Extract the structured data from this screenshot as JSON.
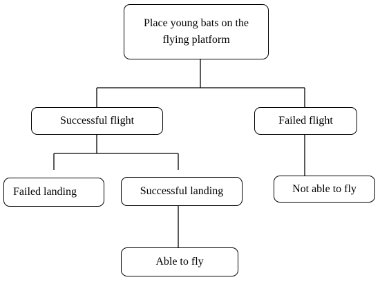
{
  "diagram": {
    "type": "flowchart",
    "nodes": {
      "root": {
        "text": "Place young bats on the\nflying platform"
      },
      "successful_flight": {
        "text": "Successful flight"
      },
      "failed_flight": {
        "text": "Failed flight"
      },
      "failed_landing": {
        "text": "Failed landing"
      },
      "successful_landing": {
        "text": "Successful landing"
      },
      "not_able_to_fly": {
        "text": "Not able to fly"
      },
      "able_to_fly": {
        "text": "Able to fly"
      }
    },
    "edges": [
      {
        "from": "root",
        "to": "successful_flight"
      },
      {
        "from": "root",
        "to": "failed_flight"
      },
      {
        "from": "successful_flight",
        "to": "failed_landing"
      },
      {
        "from": "successful_flight",
        "to": "successful_landing"
      },
      {
        "from": "failed_flight",
        "to": "not_able_to_fly"
      },
      {
        "from": "successful_landing",
        "to": "able_to_fly"
      }
    ]
  }
}
